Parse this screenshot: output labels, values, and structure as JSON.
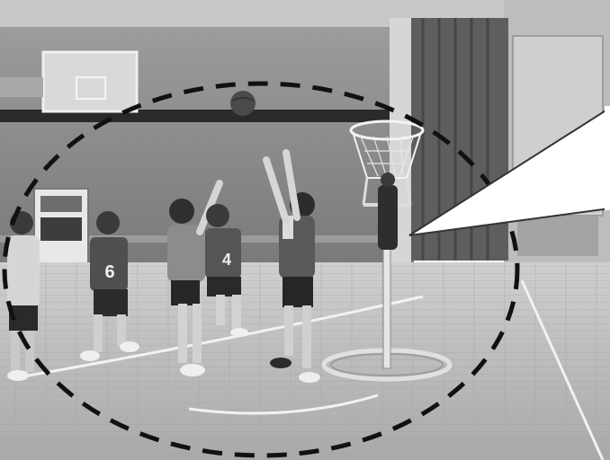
{
  "photo": {
    "tone": "grayscale",
    "colors": {
      "wall": "#8c8c8c",
      "floor": "#bdbdbd",
      "curtain": "#5e5e5e",
      "callout": "#ffffff",
      "outline": "#111111"
    }
  },
  "players": [
    {
      "number": "6"
    },
    {
      "number": "4"
    }
  ]
}
